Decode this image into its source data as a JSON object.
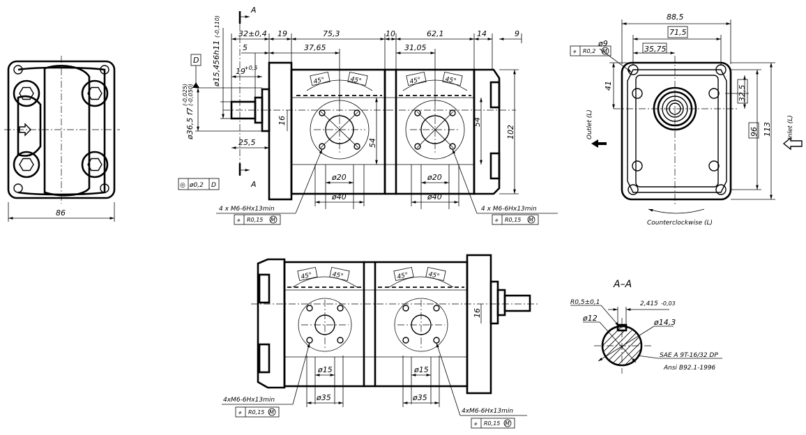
{
  "view_left": {
    "dim_width": "86"
  },
  "view_front": {
    "section_mark_top": "A",
    "section_mark_bottom": "A",
    "datum": "D",
    "d_32": "32±0,4",
    "d_19": "19",
    "d_75": "75,3",
    "d_10": "10",
    "d_62": "62,1",
    "d_14": "14",
    "d_9": "9",
    "d_5": "5",
    "d_37": "37,65",
    "d_31": "31,05",
    "d_19b": "19",
    "d_19b_tol": "+0,5",
    "d_shaft": "ø15,456h11",
    "d_shaft_tol": "(-0,110)",
    "d_pilot": "ø36,5 f7",
    "d_pilot_tol1": "(-0,025)",
    "d_pilot_tol2": "(-0,050)",
    "d_25": "25,5",
    "d_16": "16",
    "d_54a": "54",
    "d_54b": "54",
    "d_102": "102",
    "ang1": "45°",
    "ang2": "45°",
    "ang3": "45°",
    "ang4": "45°",
    "port1": "ø20",
    "port2": "ø20",
    "bolt1": "ø40",
    "bolt2": "ø40",
    "fcf_sym": "◎",
    "fcf_val": "ø0,2",
    "fcf_datum": "D",
    "thread_left": "4 x M6-6Hx13min",
    "thread_right": "4 x M6-6Hx13min",
    "pos_left": "R0,15",
    "pos_right": "R0,15",
    "m_sym": "M"
  },
  "view_right": {
    "d_88": "88,5",
    "d_71": "71,5",
    "d_35": "35,75",
    "d_9": "ø9",
    "pos_val": "R0,2",
    "m_sym": "M",
    "d_41": "41",
    "d_32": "32,5",
    "d_96": "96",
    "d_113": "113",
    "outlet": "Outlet (L)",
    "inlet": "Inlet (L)",
    "rotation": "Counterclockwise (L)"
  },
  "view_bottom": {
    "ang1": "45°",
    "ang2": "45°",
    "ang3": "45°",
    "ang4": "45°",
    "port1": "ø15",
    "port2": "ø15",
    "bolt1": "ø35",
    "bolt2": "ø35",
    "d_16": "16",
    "thread_left": "4xM6-6Hx13min",
    "thread_right": "4xM6-6Hx13min",
    "pos_left": "R0,15",
    "pos_right": "R0,15",
    "m_sym": "M"
  },
  "section_aa": {
    "title": "A–A",
    "r05": "R0,5±0,1",
    "d_2415": "2,415",
    "d_2415_tol": "-0,03",
    "d_12": "ø12",
    "d_14": "ø14,3",
    "spline": "SAE A 9T-16/32 DP",
    "standard": "Ansi B92.1-1996"
  }
}
